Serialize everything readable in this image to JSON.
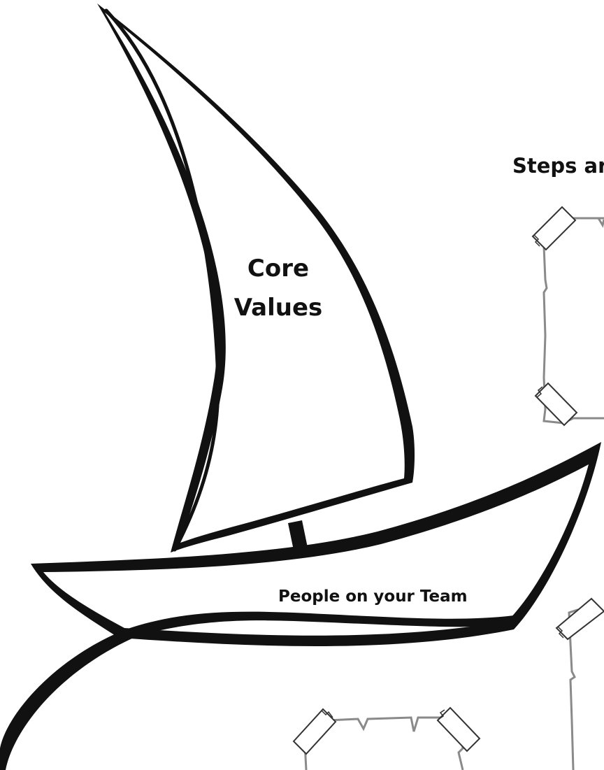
{
  "labels": {
    "sail_line1": "Core",
    "sail_line2": "Values",
    "steps": "Steps ar",
    "hull": "People on  your Team"
  },
  "colors": {
    "ink": "#111111",
    "frame": "#8a8a8a",
    "background": "#ffffff"
  }
}
